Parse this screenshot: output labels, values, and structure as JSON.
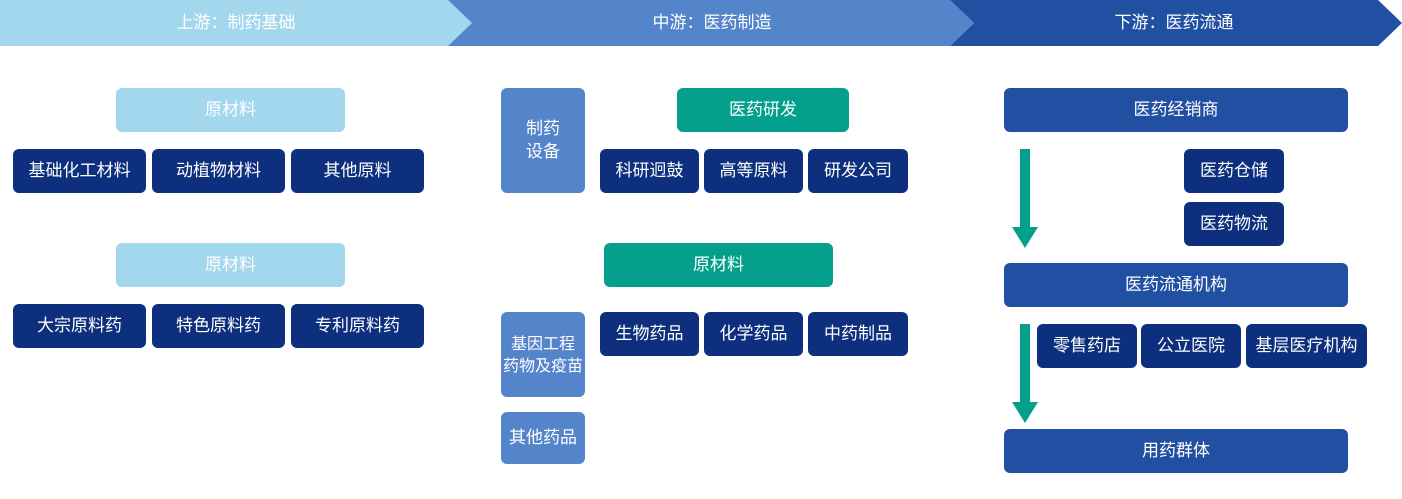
{
  "stages": {
    "upstream": "上游：制药基础",
    "midstream": "中游：医药制造",
    "downstream": "下游：医药流通"
  },
  "upstream": {
    "group1": {
      "header": "原材料",
      "items": [
        "基础化工材料",
        "动植物材料",
        "其他原料"
      ]
    },
    "group2": {
      "header": "原材料",
      "items": [
        "大宗原料药",
        "特色原料药",
        "专利原料药"
      ]
    }
  },
  "midstream": {
    "equipment": "制药\n设备",
    "rnd": {
      "header": "医药研发",
      "items": [
        "科研迥鼓",
        "高等原料",
        "研发公司"
      ]
    },
    "materials": {
      "header": "原材料",
      "items": [
        "生物药品",
        "化学药品",
        "中药制品"
      ]
    },
    "gene": "基因工程\n药物及疫苗",
    "other": "其他药品"
  },
  "downstream": {
    "distributor": "医药经销商",
    "storage": "医药仓储",
    "logistics": "医药物流",
    "circulation": "医药流通机构",
    "outlets": [
      "零售药店",
      "公立医院",
      "基层医疗机构"
    ],
    "users": "用药群体"
  },
  "colors": {
    "banner_up": "#a2d7ee",
    "banner_mid": "#5484c9",
    "banner_down": "#2150a3",
    "navy": "#0d2f7d",
    "teal": "#04a08c",
    "arrow": "#04a08c"
  }
}
